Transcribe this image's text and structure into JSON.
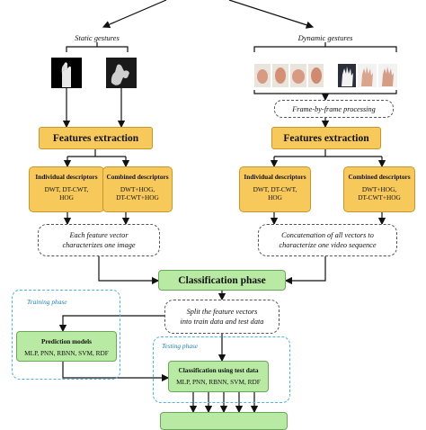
{
  "static_gestures": "Static gestures",
  "dynamic_gestures": "Dynamic gestures",
  "frame_processing": "Frame-by-frame processing",
  "features_extraction_left": "Features extraction",
  "features_extraction_right": "Features extraction",
  "left_individual": {
    "title": "Individual descriptors",
    "line1": "DWT, DT-CWT,",
    "line2": "HOG"
  },
  "left_combined": {
    "title": "Combined descriptors",
    "line1": "DWT+HOG,",
    "line2": "DT-CWT+HOG"
  },
  "right_individual": {
    "title": "Individual descriptors",
    "line1": "DWT, DT-CWT,",
    "line2": "HOG"
  },
  "right_combined": {
    "title": "Combined descriptors",
    "line1": "DWT+HOG,",
    "line2": "DT-CWT+HOG"
  },
  "left_note": {
    "line1": "Each feature vector",
    "line2": "characterizes one image"
  },
  "right_note": {
    "line1": "Concatenation of all vectors to",
    "line2": "characterize one video sequence"
  },
  "classification_phase": "Classification phase",
  "split_note": {
    "line1": "Split the feature vectors",
    "line2": "into train data and test data"
  },
  "training_phase": "Training phase",
  "testing_phase": "Testing phase",
  "prediction_models": {
    "title": "Prediction models",
    "body": "MLP, PNN, RBNN, SVM, RDF"
  },
  "classification_test": {
    "title": "Classification using test data",
    "body": "MLP, PNN, RBNN, SVM, RDF"
  }
}
